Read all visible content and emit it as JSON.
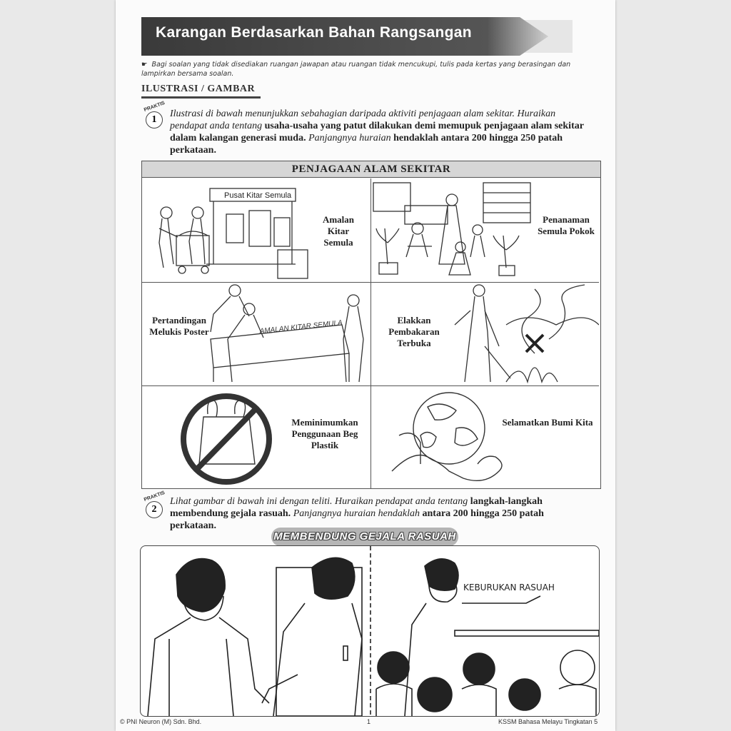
{
  "header": {
    "title": "Karangan Berdasarkan Bahan Rangsangan",
    "instruction": "Bagi soalan yang tidak disediakan ruangan jawapan atau ruangan tidak mencukupi, tulis pada kertas yang berasingan dan lampirkan bersama soalan."
  },
  "section": {
    "title": "ILUSTRASI / GAMBAR"
  },
  "praktis1": {
    "label": "PRAKTIS",
    "number": "1",
    "text_italic_1": "Ilustrasi di bawah menunjukkan sebahagian daripada aktiviti penjagaan alam sekitar. Huraikan pendapat anda tentang",
    "text_bold_1": "usaha-usaha yang patut dilakukan demi memupuk penjagaan alam sekitar dalam kalangan generasi muda.",
    "text_italic_2": "Panjangnya huraian",
    "text_bold_2": "hendaklah antara 200 hingga 250 patah perkataan."
  },
  "illustration": {
    "title": "PENJAGAAN ALAM SEKITAR",
    "recycle_sign": "Pusat Kitar Semula",
    "poster_text": "AMALAN KITAR SEMULA",
    "panels": [
      {
        "label": "Amalan Kitar Semula"
      },
      {
        "label": "Penanaman Semula Pokok"
      },
      {
        "label": "Pertandingan Melukis Poster"
      },
      {
        "label": "Elakkan Pembakaran Terbuka"
      },
      {
        "label": "Meminimumkan Penggunaan Beg Plastik"
      },
      {
        "label": "Selamatkan Bumi Kita"
      }
    ]
  },
  "praktis2": {
    "label": "PRAKTIS",
    "number": "2",
    "text_italic_1": "Lihat gambar di bawah ini dengan teliti. Huraikan pendapat anda tentang",
    "text_bold_1": "langkah-langkah membendung gejala rasuah.",
    "text_italic_2": "Panjangnya huraian hendaklah",
    "text_bold_2": "antara 200 hingga 250 patah perkataan."
  },
  "comic": {
    "title": "MEMBENDUNG GEJALA RASUAH",
    "board_text": "KEBURUKAN RASUAH"
  },
  "footer": {
    "copyright": "© PNI Neuron (M) Sdn. Bhd.",
    "page_number": "1",
    "book": "KSSM Bahasa Melayu Tingkatan 5"
  }
}
